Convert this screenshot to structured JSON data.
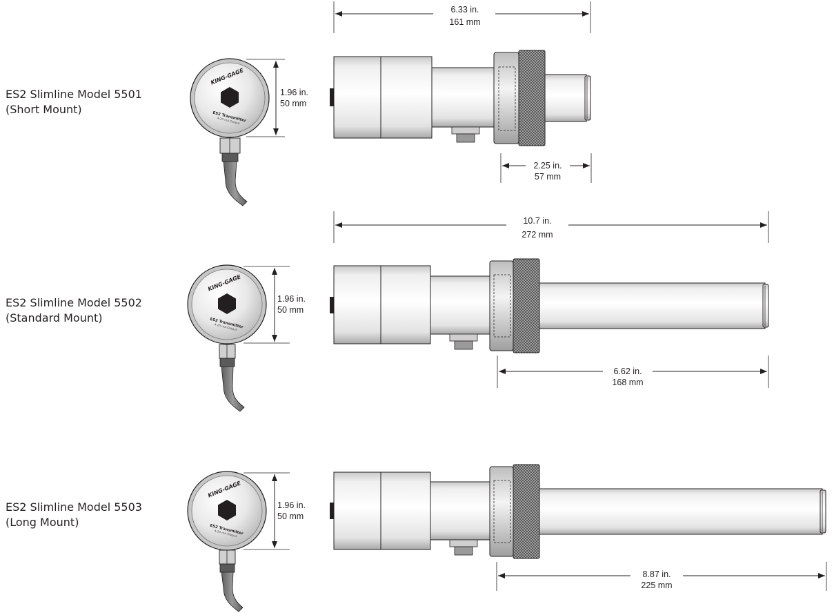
{
  "models": [
    {
      "title": "ES2 Slimline Model 5501",
      "subtitle": "(Short Mount)",
      "face_dim": {
        "in": "1.96 in.",
        "mm": "50 mm"
      },
      "overall_dim": {
        "in": "6.33 in.",
        "mm": "161 mm"
      },
      "probe_dim": {
        "in": "2.25 in.",
        "mm": "57 mm"
      }
    },
    {
      "title": "ES2 Slimline Model 5502",
      "subtitle": "(Standard Mount)",
      "face_dim": {
        "in": "1.96 in.",
        "mm": "50 mm"
      },
      "overall_dim": {
        "in": "10.7 in.",
        "mm": "272 mm"
      },
      "probe_dim": {
        "in": "6.62 in.",
        "mm": "168 mm"
      }
    },
    {
      "title": "ES2 Slimline Model 5503",
      "subtitle": "(Long Mount)",
      "face_dim": {
        "in": "1.96 in.",
        "mm": "50 mm"
      },
      "probe_dim": {
        "in": "8.87 in.",
        "mm": "225 mm"
      }
    }
  ],
  "gauge_face": {
    "brand": "KING-GAGE",
    "product": "ES2 Transmitter",
    "output": "4-20 mA Output"
  },
  "colors": {
    "ink": "#231f20",
    "metal_light": "#f7f7f7",
    "metal_mid": "#d9d9d9",
    "metal_dark": "#9a9a9a",
    "cable": "#7a7a7a",
    "knurl": "#3a3a3a"
  }
}
